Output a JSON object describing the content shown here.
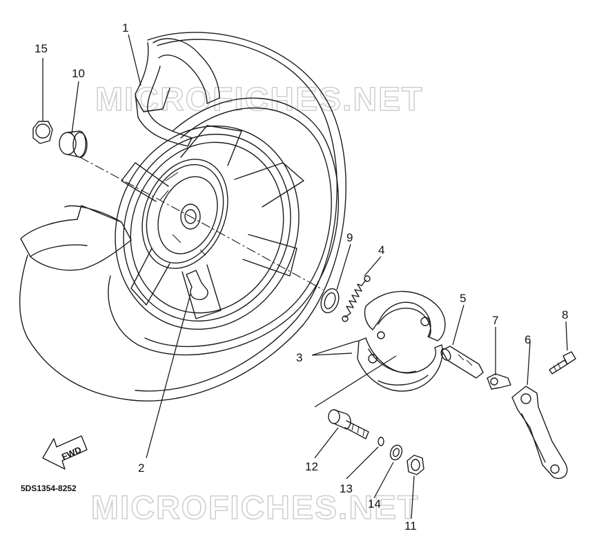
{
  "diagram": {
    "watermark_text": "MICROFICHES.NET",
    "drawing_code": "5DS1354-8252",
    "direction_arrow_label": "FWD",
    "callouts": {
      "c1": "1",
      "c2": "2",
      "c3": "3",
      "c4": "4",
      "c5": "5",
      "c6": "6",
      "c7": "7",
      "c8": "8",
      "c9": "9",
      "c10": "10",
      "c11": "11",
      "c12": "12",
      "c13": "13",
      "c14": "14",
      "c15": "15"
    }
  }
}
